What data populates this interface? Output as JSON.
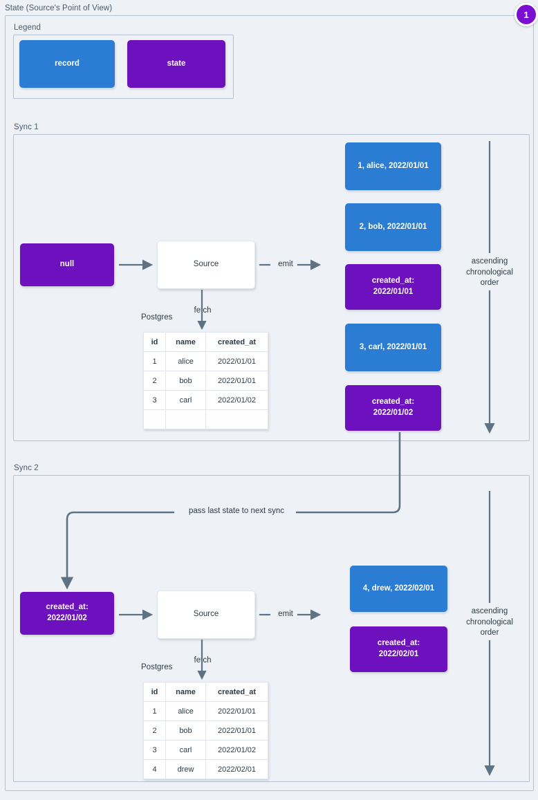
{
  "diagram": {
    "title": "State (Source's Point of View)",
    "badge": "1",
    "accent_blue": "#2b7cd3",
    "accent_purple": "#6c11bd",
    "background": "#eef1f6",
    "wire_color": "#5f7284"
  },
  "legend": {
    "label": "Legend",
    "items": [
      {
        "label": "record",
        "color": "#2b7cd3",
        "kind": "record"
      },
      {
        "label": "state",
        "color": "#6c11bd",
        "kind": "state"
      }
    ]
  },
  "sync1": {
    "label": "Sync 1",
    "state_in": "null",
    "source": "Source",
    "fetch_label": "fetch",
    "db_label": "Postgres",
    "emit_label": "emit",
    "order_note": "ascending\nchronological\norder",
    "table": {
      "columns": [
        "id",
        "name",
        "created_at"
      ],
      "rows": [
        [
          "1",
          "alice",
          "2022/01/01"
        ],
        [
          "2",
          "bob",
          "2022/01/01"
        ],
        [
          "3",
          "carl",
          "2022/01/02"
        ],
        [
          "",
          "",
          ""
        ]
      ]
    },
    "stream": [
      {
        "kind": "record",
        "text": "1, alice, 2022/01/01"
      },
      {
        "kind": "record",
        "text": "2, bob, 2022/01/01"
      },
      {
        "kind": "state",
        "text": "created_at:\n2022/01/01"
      },
      {
        "kind": "record",
        "text": "3, carl, 2022/01/01"
      },
      {
        "kind": "state",
        "text": "created_at:\n2022/01/02"
      }
    ]
  },
  "sync2": {
    "label": "Sync 2",
    "state_in": "created_at:\n2022/01/02",
    "source": "Source",
    "fetch_label": "fetch",
    "db_label": "Postgres",
    "emit_label": "emit",
    "order_note": "ascending\nchronological\norder",
    "table": {
      "columns": [
        "id",
        "name",
        "created_at"
      ],
      "rows": [
        [
          "1",
          "alice",
          "2022/01/01"
        ],
        [
          "2",
          "bob",
          "2022/01/01"
        ],
        [
          "3",
          "carl",
          "2022/01/02"
        ],
        [
          "4",
          "drew",
          "2022/02/01"
        ]
      ]
    },
    "stream": [
      {
        "kind": "record",
        "text": "4, drew, 2022/02/01"
      },
      {
        "kind": "state",
        "text": "created_at:\n2022/02/01"
      }
    ]
  },
  "connector": {
    "pass_state_label": "pass last state to next sync"
  }
}
